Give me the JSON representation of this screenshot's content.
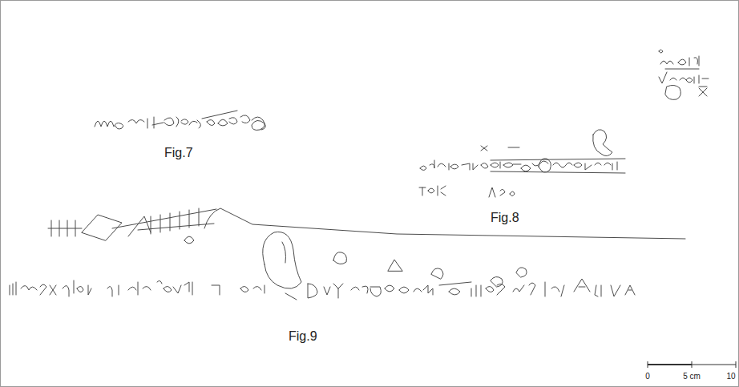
{
  "diagram": {
    "labels": [
      "Fig.7",
      "Fig.8",
      "Fig.9",
      "0",
      "5 cm",
      "10"
    ]
  }
}
